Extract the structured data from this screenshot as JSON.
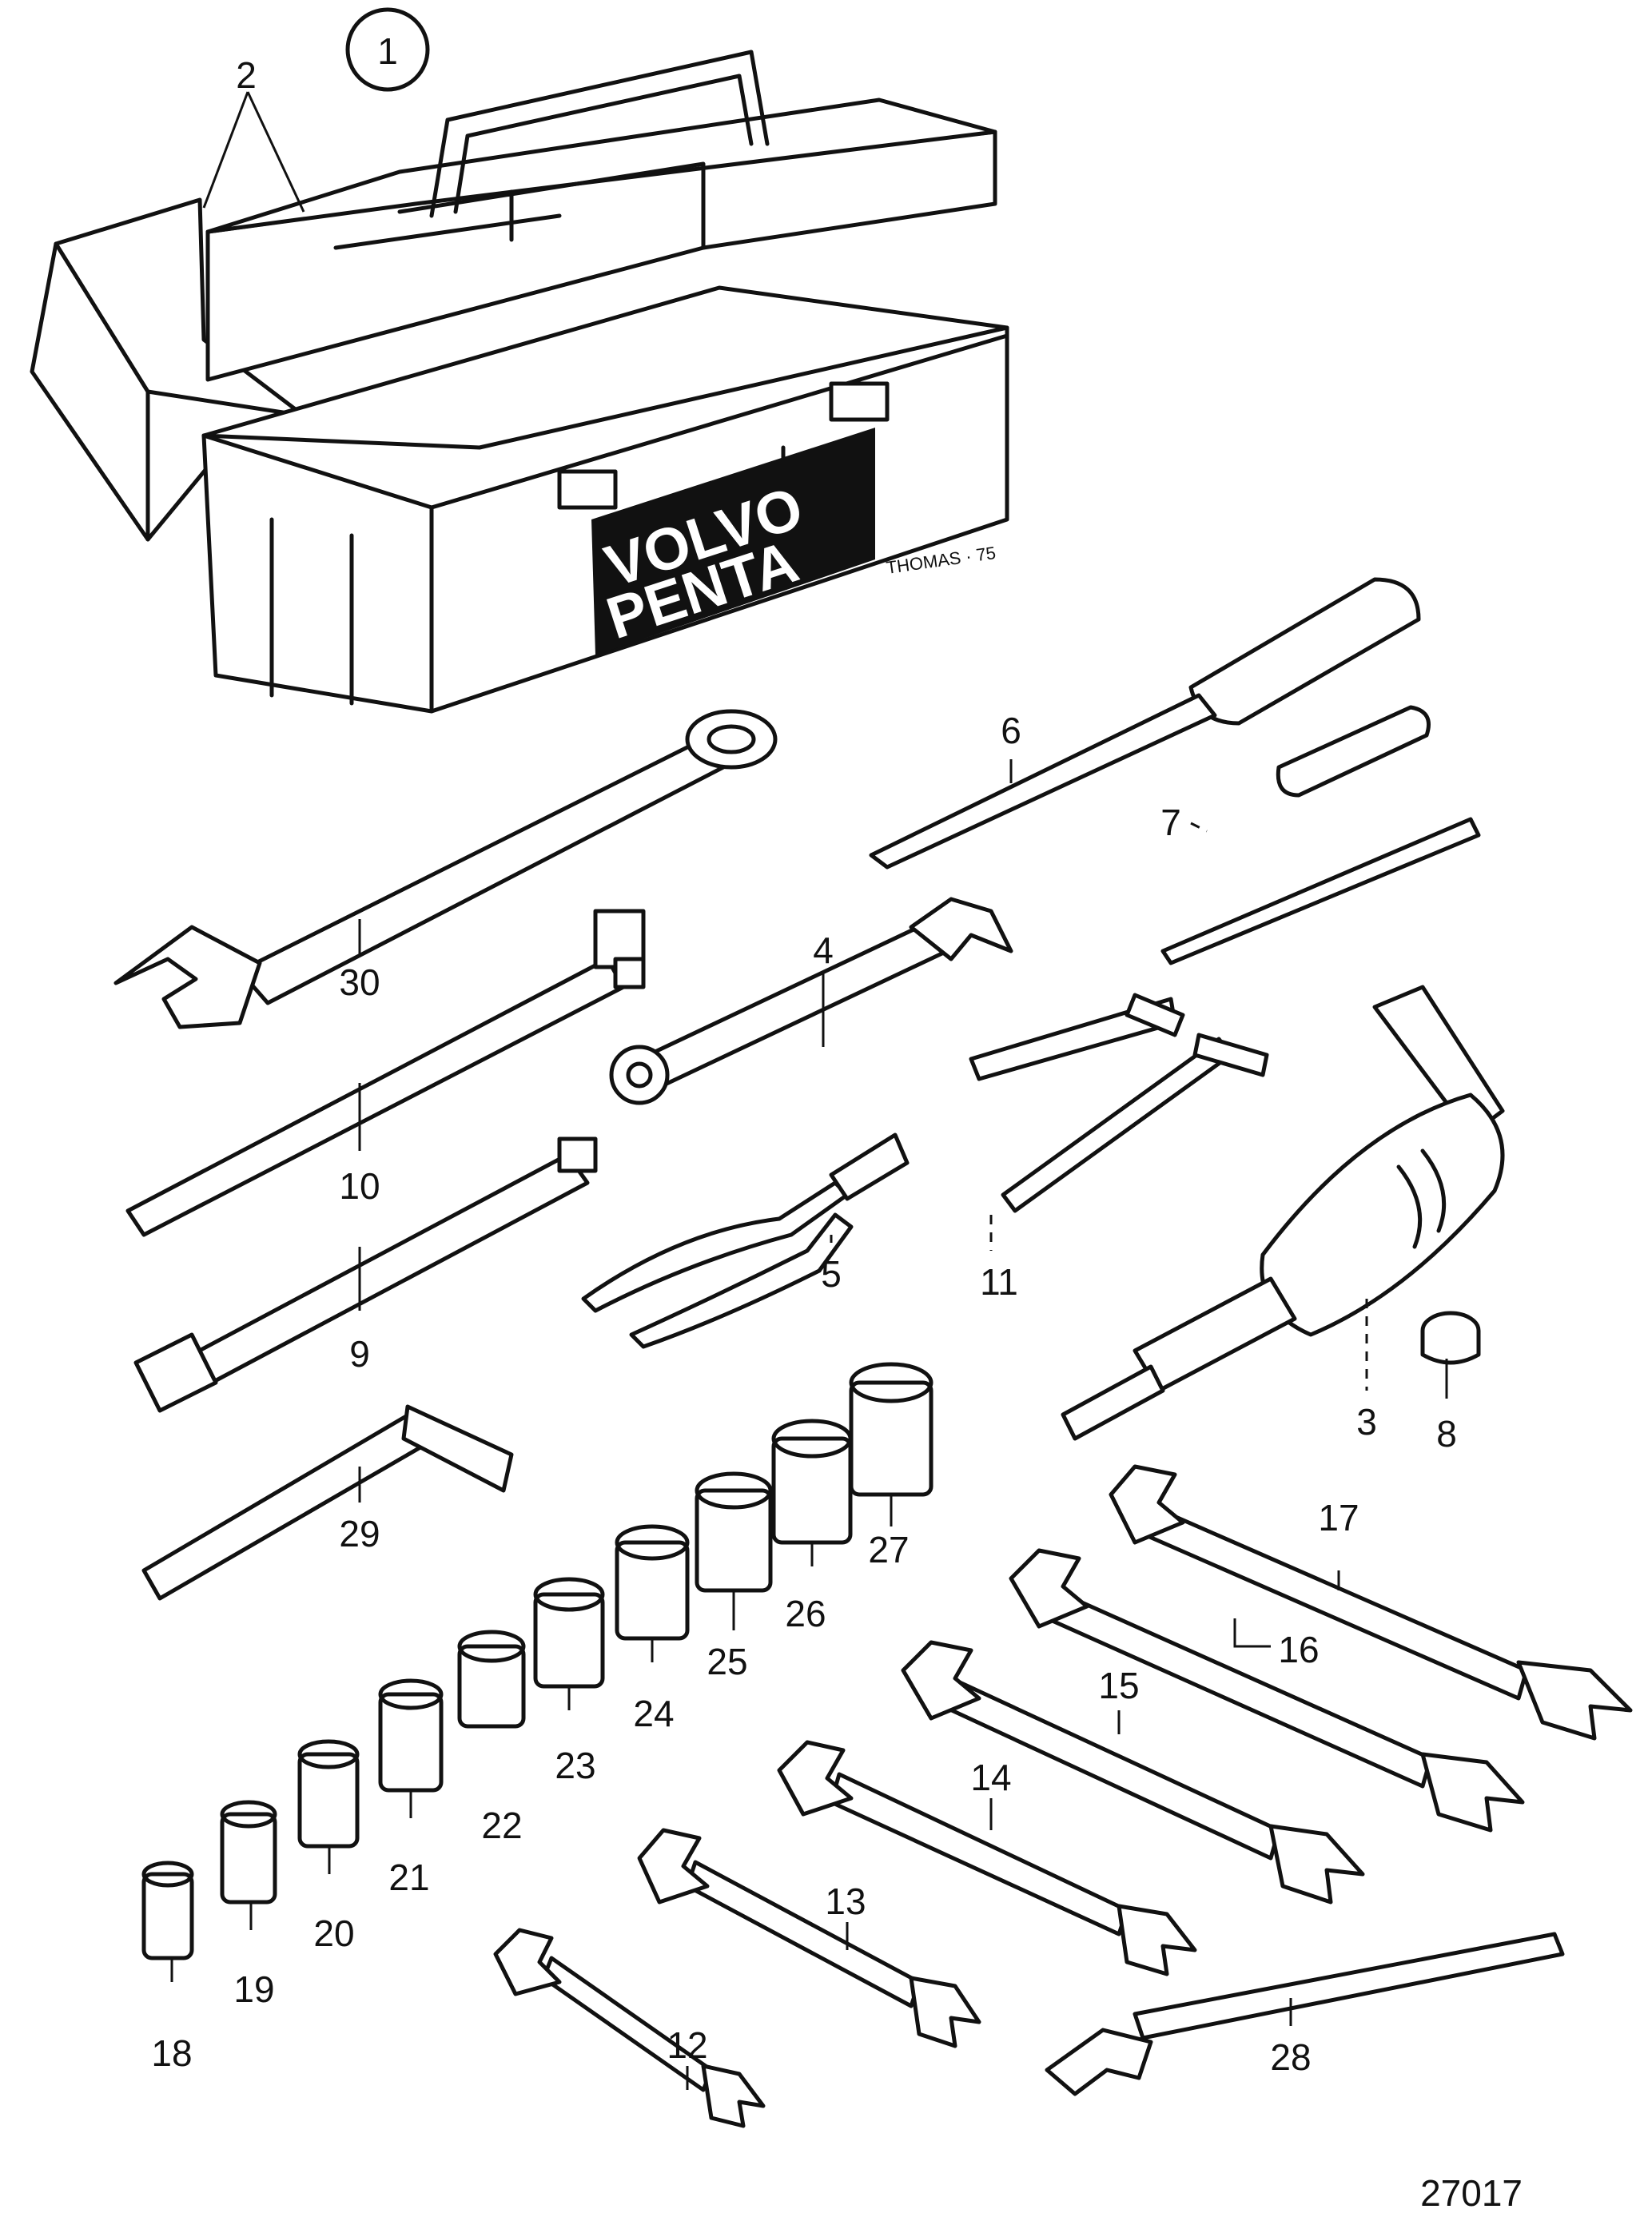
{
  "diagram": {
    "figure_number": "27017",
    "group_number": "1",
    "signature": "THOMAS · 75",
    "brand_label_line1": "VOLVO",
    "brand_label_line2": "PENTA"
  },
  "callouts": {
    "c2": "2",
    "c3": "3",
    "c4": "4",
    "c5": "5",
    "c6": "6",
    "c7": "7",
    "c8": "8",
    "c9": "9",
    "c10": "10",
    "c11": "11",
    "c12": "12",
    "c13": "13",
    "c14": "14",
    "c15": "15",
    "c16": "16",
    "c17": "17",
    "c18": "18",
    "c19": "19",
    "c20": "20",
    "c21": "21",
    "c22": "22",
    "c23": "23",
    "c24": "24",
    "c25": "25",
    "c26": "26",
    "c27": "27",
    "c28": "28",
    "c29": "29",
    "c30": "30"
  }
}
